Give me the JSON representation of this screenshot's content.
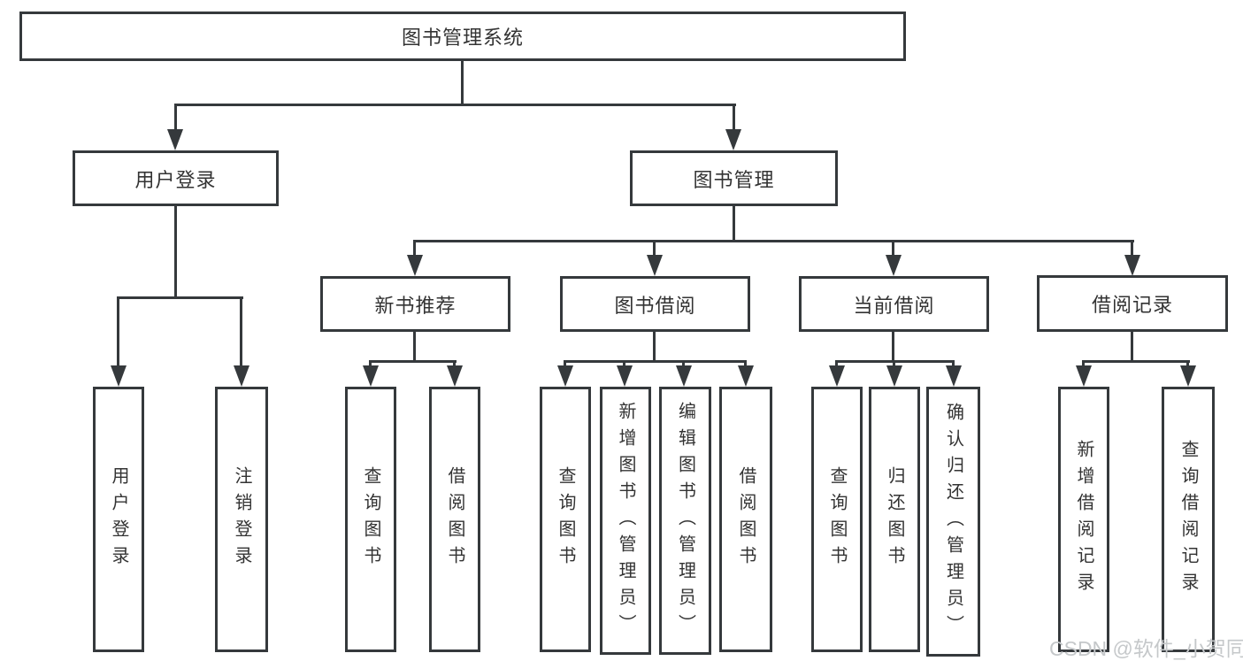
{
  "diagram": {
    "title": "图书管理系统",
    "type": "hierarchy-tree"
  },
  "nodes": {
    "root": "图书管理系统",
    "user_login": "用户登录",
    "book_mgmt": "图书管理",
    "new_book_rec": "新书推荐",
    "book_borrow": "图书借阅",
    "current_borrow": "当前借阅",
    "borrow_record": "借阅记录",
    "leaves": [
      "用户登录",
      "注销登录",
      "查询图书",
      "借阅图书",
      "查询图书",
      "新增图书（管理员）",
      "编辑图书（管理员）",
      "借阅图书",
      "查询图书",
      "归还图书",
      "确认归还（管理员）",
      "新增借阅记录",
      "查询借阅记录"
    ]
  },
  "hierarchy": {
    "图书管理系统": {
      "用户登录": [
        "用户登录",
        "注销登录"
      ],
      "图书管理": {
        "新书推荐": [
          "查询图书",
          "借阅图书"
        ],
        "图书借阅": [
          "查询图书",
          "新增图书（管理员）",
          "编辑图书（管理员）",
          "借阅图书"
        ],
        "当前借阅": [
          "查询图书",
          "归还图书",
          "确认归还（管理员）"
        ],
        "借阅记录": [
          "新增借阅记录",
          "查询借阅记录"
        ]
      }
    }
  },
  "watermark": "CSDN @软件_小贺同学",
  "colors": {
    "line": "#35393c",
    "text": "#333333",
    "background": "#ffffff",
    "watermark": "#c5c8ca"
  }
}
